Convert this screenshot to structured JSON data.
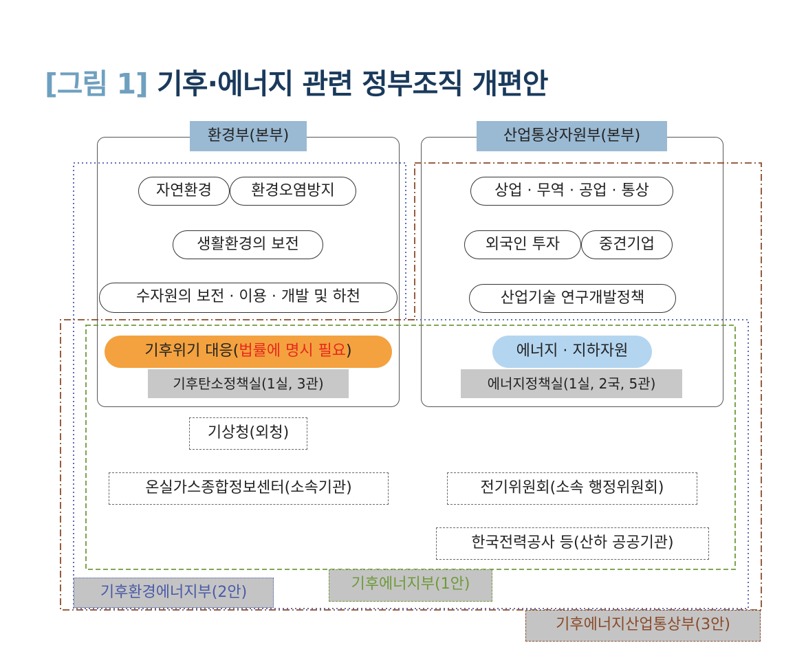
{
  "title": {
    "tag": "[그림 1]",
    "main": "기후·에너지 관련 정부조직 개편안"
  },
  "env_ministry": {
    "header": "환경부(본부)",
    "items": [
      "자연환경",
      "환경오염방지",
      "생활환경의 보전",
      "수자원의 보전 · 이용 · 개발 및 하천"
    ],
    "climate": {
      "text": "기후위기 대응(",
      "red": "법률에 명시 필요",
      "close": ")"
    },
    "office": "기후탄소정책실(1실, 3관)"
  },
  "trade_ministry": {
    "header": "산업통상자원부(본부)",
    "items": [
      "상업 · 무역 · 공업 · 통상",
      "외국인 투자",
      "중견기업",
      "산업기술 연구개발정책"
    ],
    "energy": "에너지 · 지하자원",
    "office": "에너지정책실(1실, 2국, 5관)"
  },
  "agencies": {
    "kma": "기상청(외청)",
    "ghg_center": "온실가스종합정보센터(소속기관)",
    "electricity_commission": "전기위원회(소속 행정위원회)",
    "kepco": "한국전력공사 등(산하 공공기관)"
  },
  "options": {
    "opt1": {
      "label": "기후에너지부(1안)",
      "color": "#6e9a3a"
    },
    "opt2": {
      "label": "기후환경에너지부(2안)",
      "color": "#4a5aa8"
    },
    "opt3": {
      "label": "기후에너지산업통상부(3안)",
      "color": "#8a4a2a"
    }
  }
}
